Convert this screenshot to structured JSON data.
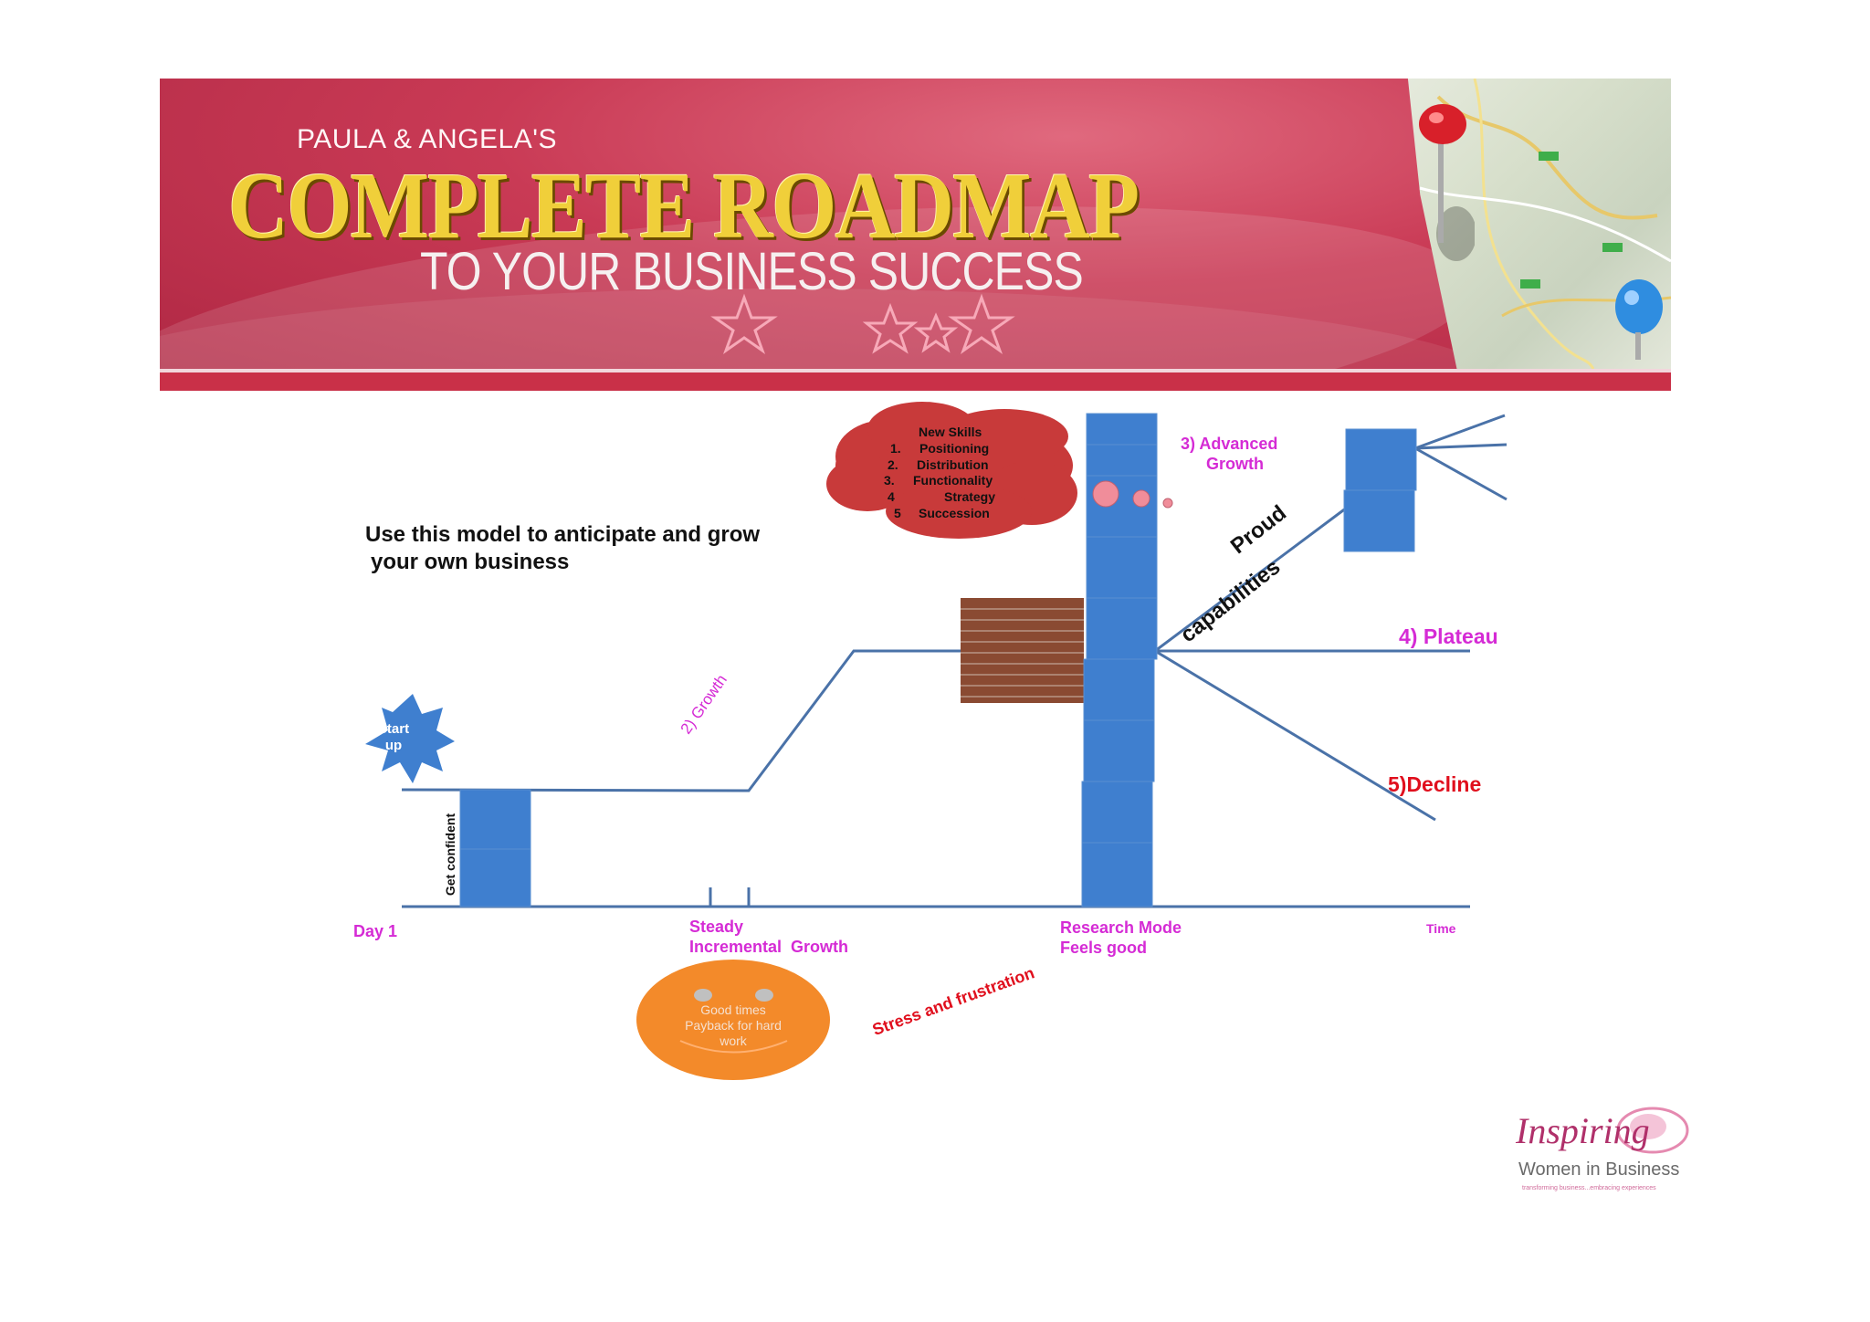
{
  "banner": {
    "subtitle": "PAULA & ANGELA'S",
    "title": "COMPLETE ROADMAP",
    "tagline": "TO YOUR BUSINESS SUCCESS"
  },
  "intro": {
    "line1": "Use this model to anticipate and grow",
    "line2": "your own business"
  },
  "cloud": {
    "heading": "New Skills",
    "items": [
      {
        "num": "1.",
        "text": "Positioning"
      },
      {
        "num": "2.",
        "text": "Distribution"
      },
      {
        "num": "3.",
        "text": "Functionality"
      },
      {
        "num": "4",
        "text": "Strategy"
      },
      {
        "num": "5",
        "text": "Succession"
      }
    ]
  },
  "stages": {
    "startup": [
      "Start",
      "up"
    ],
    "get_confident": "Get confident",
    "growth": "2) Growth",
    "advanced": [
      "3) Advanced",
      "Growth"
    ],
    "proud": "Proud",
    "capabilities": "capabilities",
    "plateau": "4) Plateau",
    "decline": "5)Decline"
  },
  "axis": {
    "day1": "Day 1",
    "steady": [
      "Steady",
      "Incremental  Growth"
    ],
    "research": [
      "Research Mode",
      "Feels good"
    ],
    "time": "Time"
  },
  "smiley": [
    "Good times",
    "Payback for hard",
    "work"
  ],
  "stress": "Stress and frustration",
  "logo": {
    "script": "Inspiring",
    "line": "Women in Business",
    "small": "transforming business...embracing experiences"
  },
  "colors": {
    "banner": "#c93a55",
    "block": "#3f7fcf",
    "line": "#4a72a8",
    "magenta": "#d52bd5",
    "red": "#e00f1d",
    "cloud": "#c83a3a",
    "smiley": "#f38a2a"
  }
}
